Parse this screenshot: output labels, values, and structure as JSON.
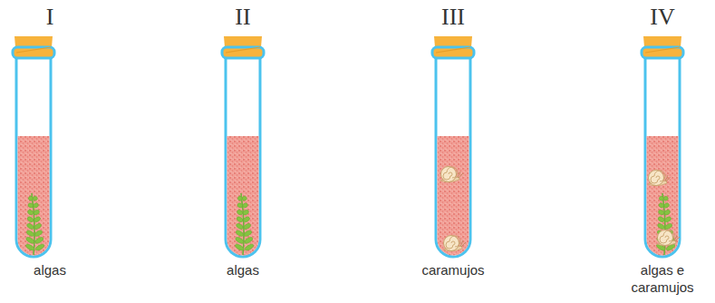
{
  "diagram": {
    "nodes": [
      {
        "text": [
          "I",
          "algas"
        ]
      },
      {
        "text": [
          "II",
          "algas"
        ]
      },
      {
        "text": [
          "III",
          "caramujos"
        ]
      },
      {
        "text": [
          "IV",
          "algas e caramujos"
        ]
      }
    ]
  }
}
